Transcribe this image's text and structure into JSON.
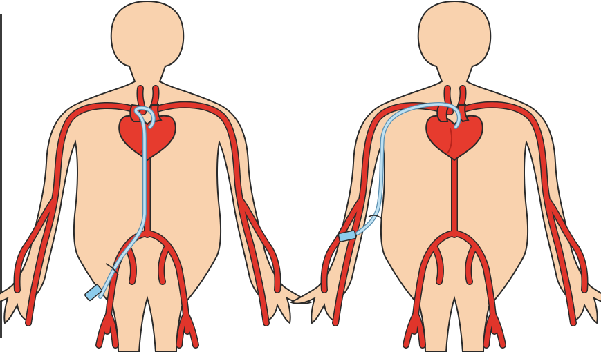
{
  "figure": {
    "panels": [
      {
        "id": "femoral-access",
        "access_site": "femoral"
      },
      {
        "id": "radial-access",
        "access_site": "radial"
      }
    ],
    "colors": {
      "skin": "#F9D2AE",
      "outline": "#2A2A2A",
      "artery": "#E0352B",
      "heart": "#E63B2E",
      "heart_shade": "#B8241C",
      "catheter": "#BFE1F2",
      "catheter_outline": "#5A8FB0",
      "sheath": "#8CCBEB",
      "margin_mark": "#3B3B3B"
    },
    "icons": [
      "heart-icon",
      "catheter-sheath-icon",
      "artery-icon"
    ]
  }
}
